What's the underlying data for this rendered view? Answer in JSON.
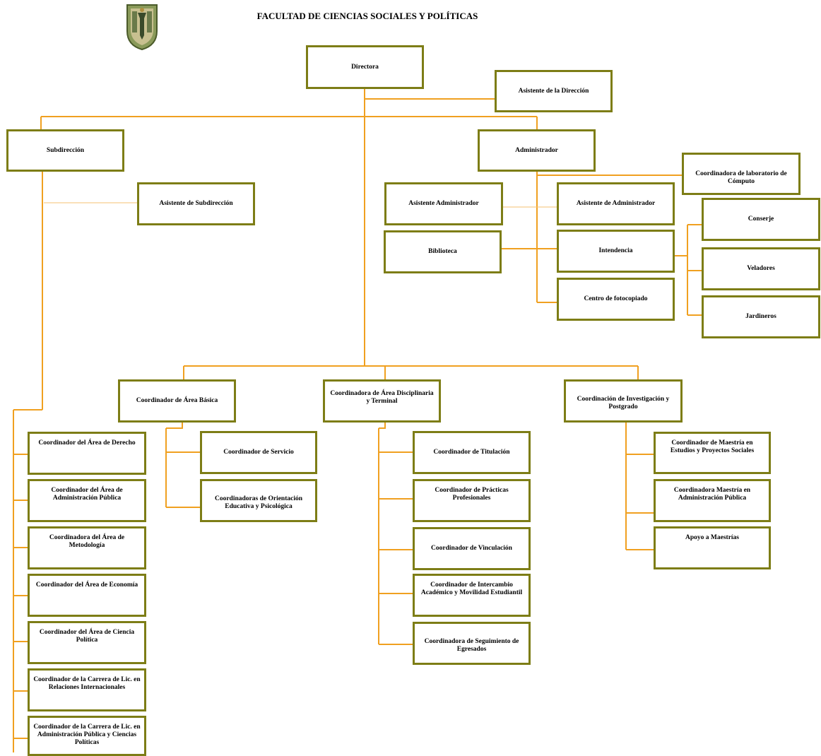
{
  "header": {
    "title": "FACULTAD DE CIENCIAS SOCIALES Y POLÍTICAS",
    "logo": "university-shield-logo"
  },
  "colors": {
    "connector": "#f0a020",
    "box_border": "#7d7d16"
  },
  "nodes": {
    "directora": "Directora",
    "asistente_direccion": "Asistente de la Dirección",
    "subdireccion": "Subdirección",
    "asistente_subdireccion": "Asistente de Subdirección",
    "administrador": "Administrador",
    "coord_lab_computo": "Coordinadora de laboratorio de Cómputo",
    "asistente_administrador": "Asistente Administrador",
    "asistente_de_administrador": "Asistente de Administrador",
    "biblioteca": "Biblioteca",
    "intendencia": "Intendencia",
    "centro_fotocopiado": "Centro de fotocopiado",
    "conserje": "Conserje",
    "veladores": "Veladores",
    "jardineros": "Jardineros",
    "coord_area_basica": "Coordinador de Área Básica",
    "coord_area_disciplinaria": "Coordinadora de Área Disciplinaria y Terminal",
    "coord_investigacion": "Coordinación de Investigación y Postgrado",
    "coord_servicio": "Coordinador de Servicio",
    "coord_orientacion": "Coordinadoras de Orientación Educativa y Psicológica",
    "coord_titulacion": "Coordinador de Titulación",
    "coord_practicas": "Coordinador de Prácticas Profesionales",
    "coord_vinculacion": "Coordinador de Vinculación",
    "coord_intercambio": "Coordinador de Intercambio Académico y Movilidad Estudiantil",
    "coord_seguimiento": "Coordinadora de Seguimiento de Egresados",
    "coord_maestria_estudios": "Coordinador de Maestría en Estudios y Proyectos Sociales",
    "coord_maestria_admin": "Coordinadora Maestría en Administración Pública",
    "apoyo_maestrias": "Apoyo a Maestrías",
    "coord_derecho": "Coordinador del Área de Derecho",
    "coord_admin_publica": "Coordinador del Área de Administración Pública",
    "coord_metodologia": "Coordinadora del Área de Metodología",
    "coord_economia": "Coordinador del Área de Economía",
    "coord_ciencia_politica": "Coordinador del Área de Ciencia Política",
    "coord_relaciones": "Coordinador de la Carrera de Lic. en Relaciones Internacionales",
    "coord_admin_ciencias": "Coordinador de la Carrera de Lic. en Administración Pública y Ciencias Políticas"
  }
}
